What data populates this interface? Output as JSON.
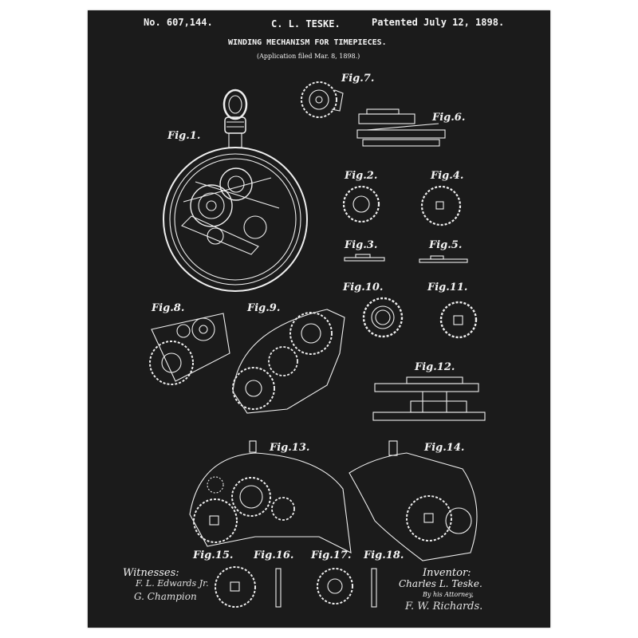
{
  "header": {
    "patent_number": "No. 607,144.",
    "inventor_name": "C. L. TESKE.",
    "patent_date": "Patented July 12, 1898.",
    "title": "WINDING MECHANISM FOR TIMEPIECES.",
    "application": "(Application filed Mar. 8, 1898.)"
  },
  "figures": {
    "fig1": "Fig.1.",
    "fig2": "Fig.2.",
    "fig3": "Fig.3.",
    "fig4": "Fig.4.",
    "fig5": "Fig.5.",
    "fig6": "Fig.6.",
    "fig7": "Fig.7.",
    "fig8": "Fig.8.",
    "fig9": "Fig.9.",
    "fig10": "Fig.10.",
    "fig11": "Fig.11.",
    "fig12": "Fig.12.",
    "fig13": "Fig.13.",
    "fig14": "Fig.14.",
    "fig15": "Fig.15.",
    "fig16": "Fig.16.",
    "fig17": "Fig.17.",
    "fig18": "Fig.18."
  },
  "footer": {
    "witnesses_label": "Witnesses:",
    "witness_1": "F. L. Edwards Jr.",
    "witness_2": "G. Champion",
    "inventor_label": "Inventor:",
    "inventor_signature": "Charles L. Teske.",
    "by_attorney": "By his Attorney,",
    "attorney_signature": "F. W. Richards."
  },
  "colors": {
    "paper": "#1b1b1b",
    "ink": "#f2f2f2",
    "background": "#ffffff"
  }
}
